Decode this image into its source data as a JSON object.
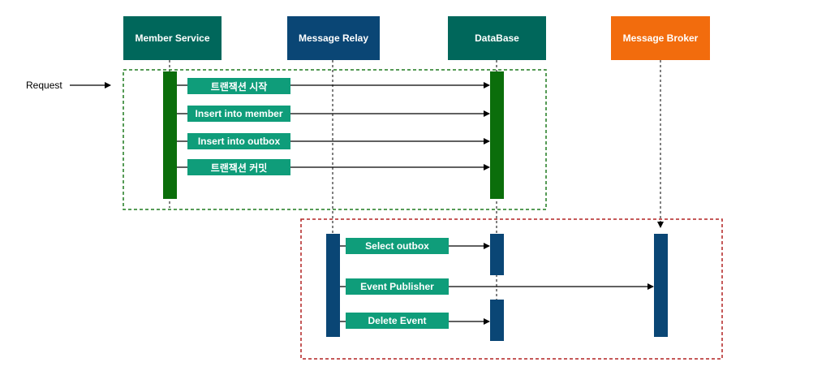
{
  "participants": {
    "member_service": "Member Service",
    "message_relay": "Message Relay",
    "database": "DataBase",
    "message_broker": "Message Broker"
  },
  "request_label": "Request",
  "transaction_group": {
    "messages": [
      "트랜잭션 시작",
      "Insert into member",
      "Insert into outbox",
      "트랜잭션 커밋"
    ]
  },
  "relay_group": {
    "messages": [
      "Select outbox",
      "Event Publisher",
      "Delete Event"
    ]
  },
  "colors": {
    "member_service": "#00675b",
    "message_relay": "#0a4675",
    "database": "#00675b",
    "message_broker": "#f26c0d",
    "message_label": "#0f9d7a",
    "activation_green": "#0b6e0b",
    "activation_blue": "#0a4675",
    "transaction_border": "#1e7a1e",
    "relay_border": "#b22222"
  }
}
